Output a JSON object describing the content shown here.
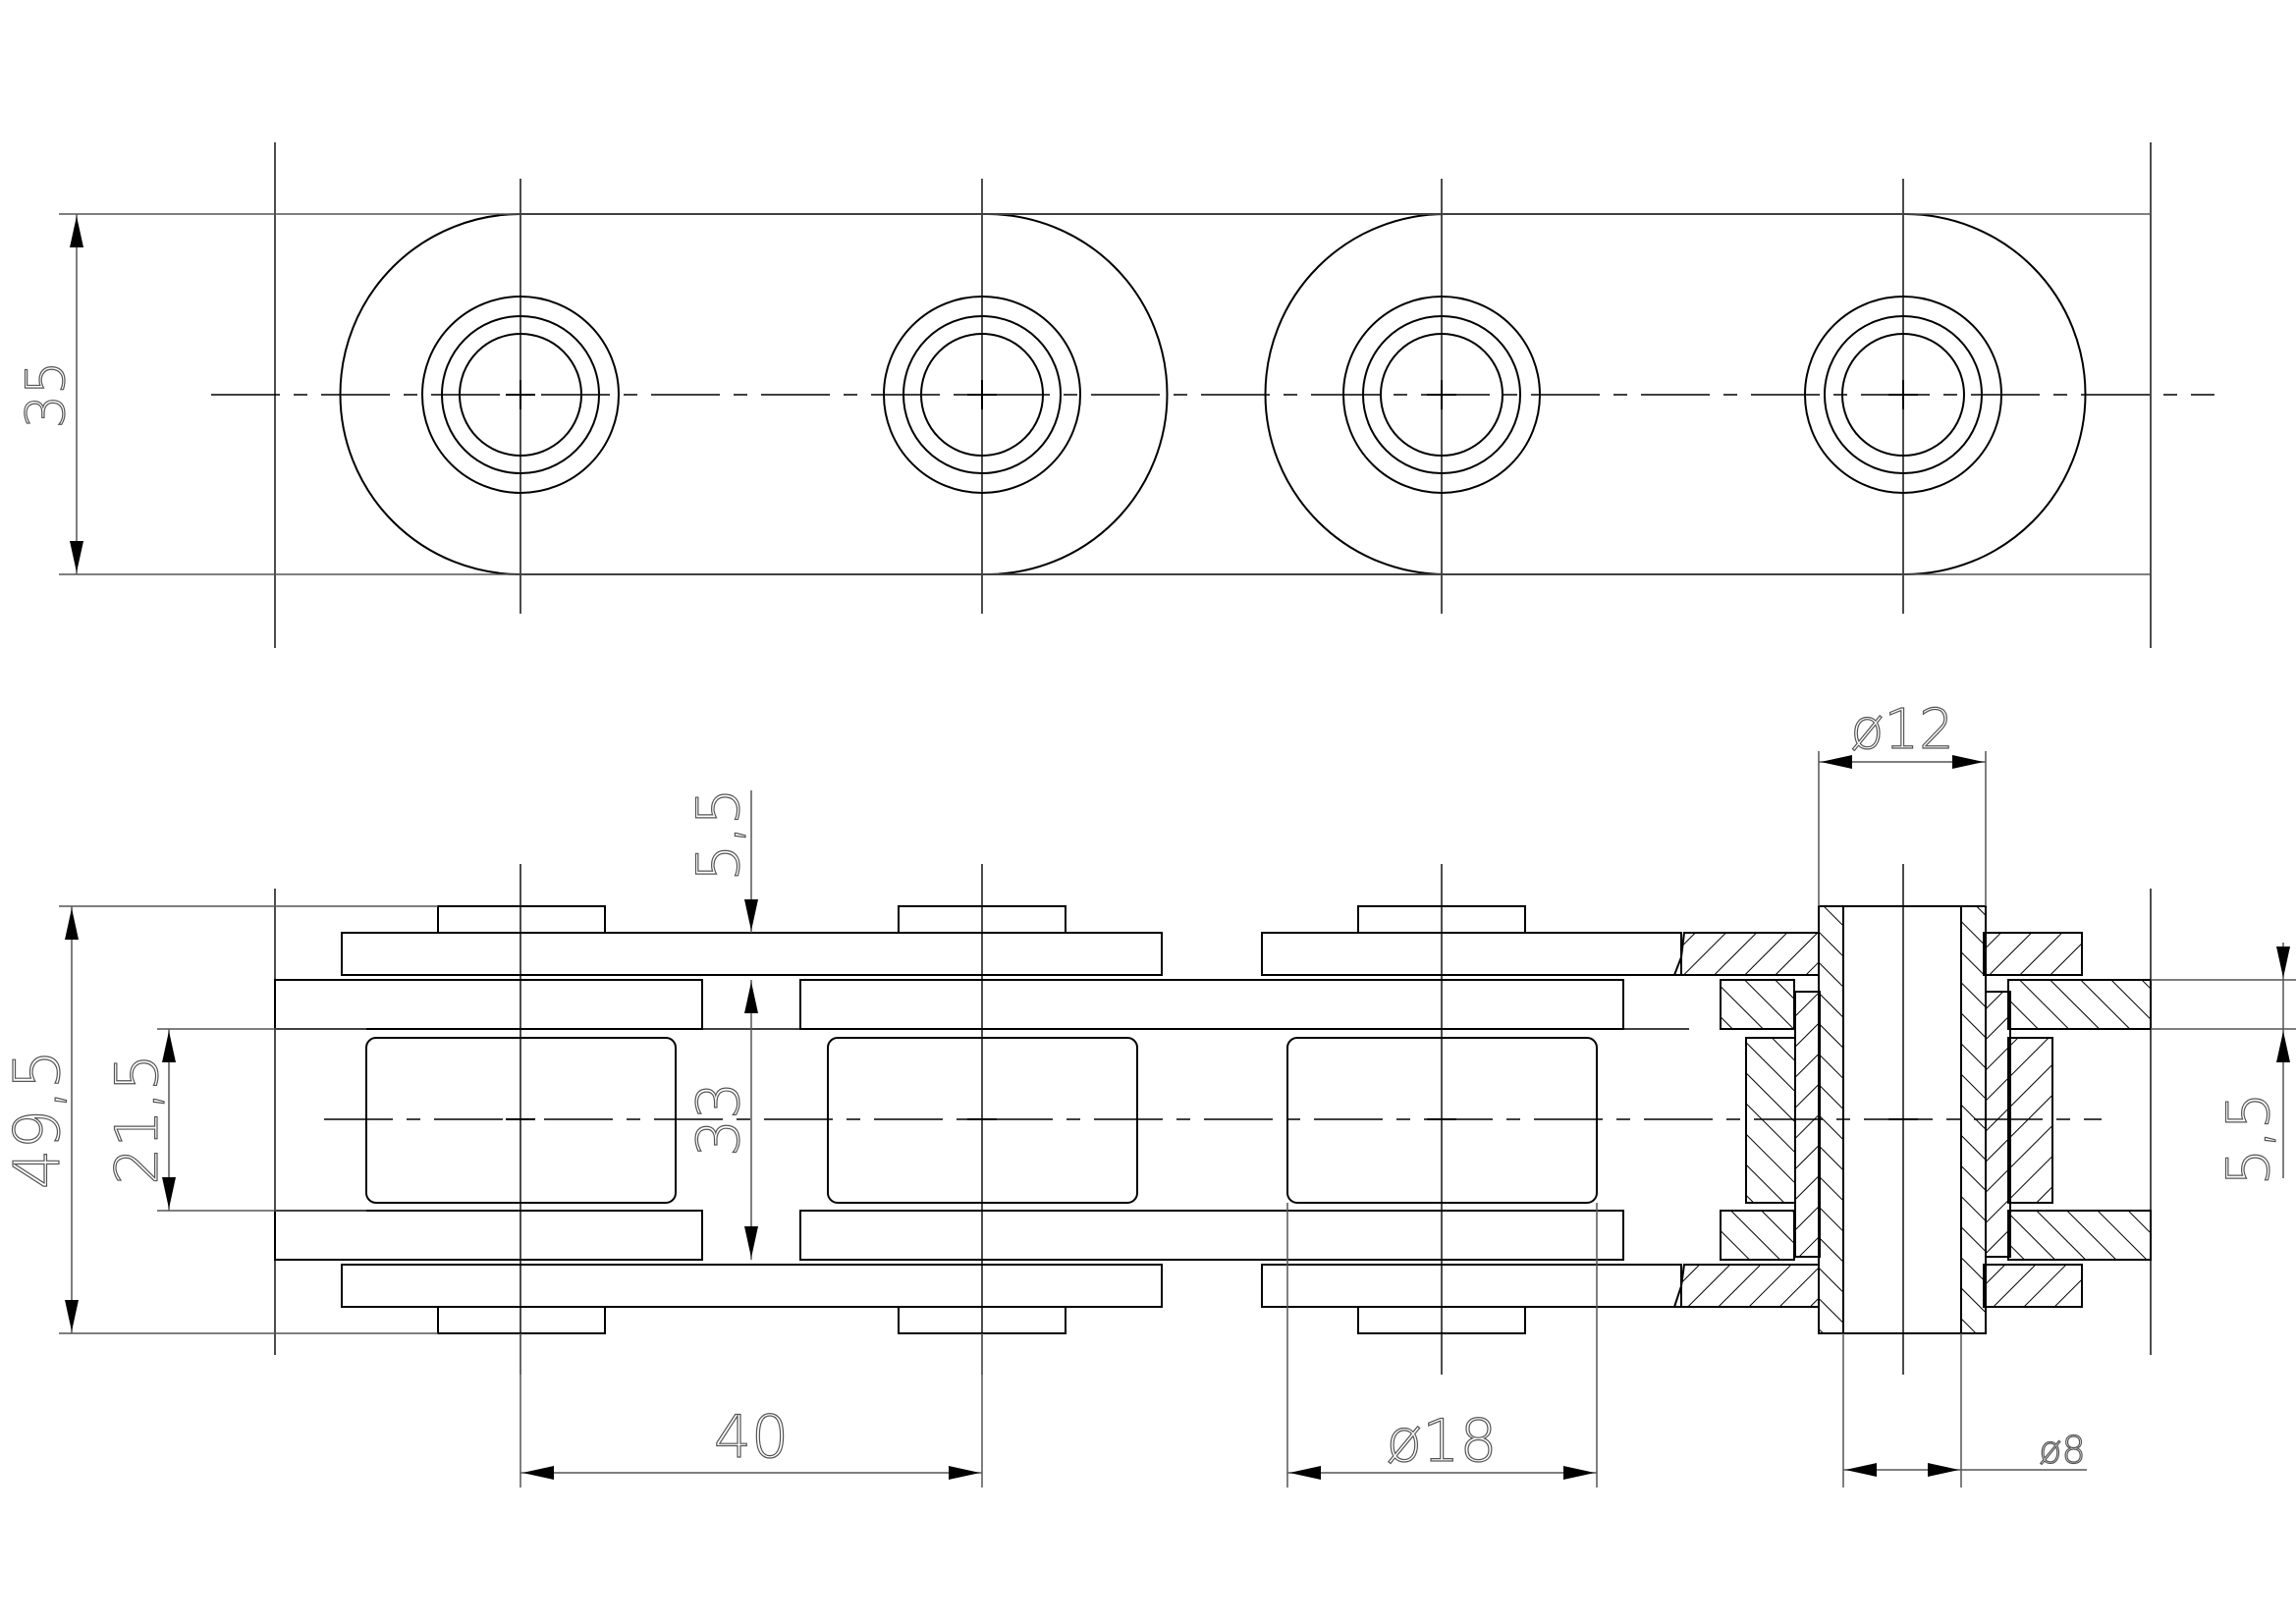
{
  "dimensions": {
    "plate_width": "35",
    "overall_width": "49,5",
    "roller_length": "21,5",
    "inner_width": "33",
    "plate_thickness_top": "5,5",
    "plate_thickness_right": "5,5",
    "pitch": "40",
    "roller_diameter": "ø18",
    "bushing_diameter": "ø12",
    "pin_diameter": "ø8"
  },
  "colors": {
    "line": "#000000",
    "dimension": "#555555",
    "background": "#ffffff"
  }
}
